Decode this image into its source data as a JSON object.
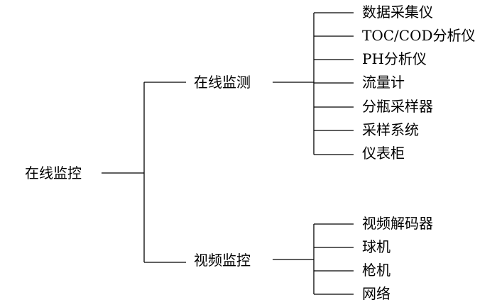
{
  "root": {
    "label": "在线监控"
  },
  "branches": [
    {
      "label": "在线监测",
      "children": [
        "数据采集仪",
        "TOC/COD分析仪",
        "PH分析仪",
        "流量计",
        "分瓶采样器",
        "采样系统",
        "仪表柜"
      ]
    },
    {
      "label": "视频监控",
      "children": [
        "视频解码器",
        "球机",
        "枪机",
        "网络"
      ]
    }
  ],
  "colors": {
    "line": "#000000",
    "text": "#000000",
    "background": "#ffffff"
  }
}
